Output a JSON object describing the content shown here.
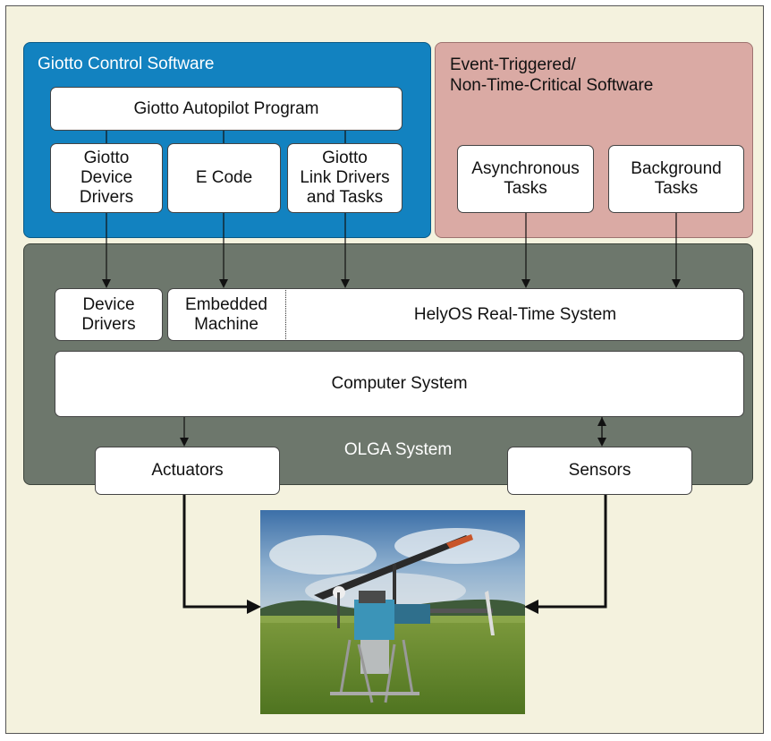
{
  "giotto_panel": {
    "title": "Giotto Control Software",
    "autopilot": "Giotto Autopilot Program",
    "device_drivers": "Giotto\nDevice\nDrivers",
    "e_code": "E Code",
    "link_drivers": "Giotto\nLink Drivers\nand Tasks"
  },
  "event_panel": {
    "title": "Event-Triggered/\nNon-Time-Critical Software",
    "async_tasks": "Asynchronous\nTasks",
    "background_tasks": "Background\nTasks"
  },
  "olga_panel": {
    "title": "OLGA System",
    "device_drivers": "Device\nDrivers",
    "embedded_machine": "Embedded\nMachine",
    "helyos": "HelyOS Real-Time System",
    "computer_system": "Computer System",
    "actuators": "Actuators",
    "sensors": "Sensors"
  },
  "colors": {
    "giotto_panel": "#1282c0",
    "event_panel": "#daaaa4",
    "olga_panel": "#6d776c",
    "background": "#f4f2de"
  }
}
